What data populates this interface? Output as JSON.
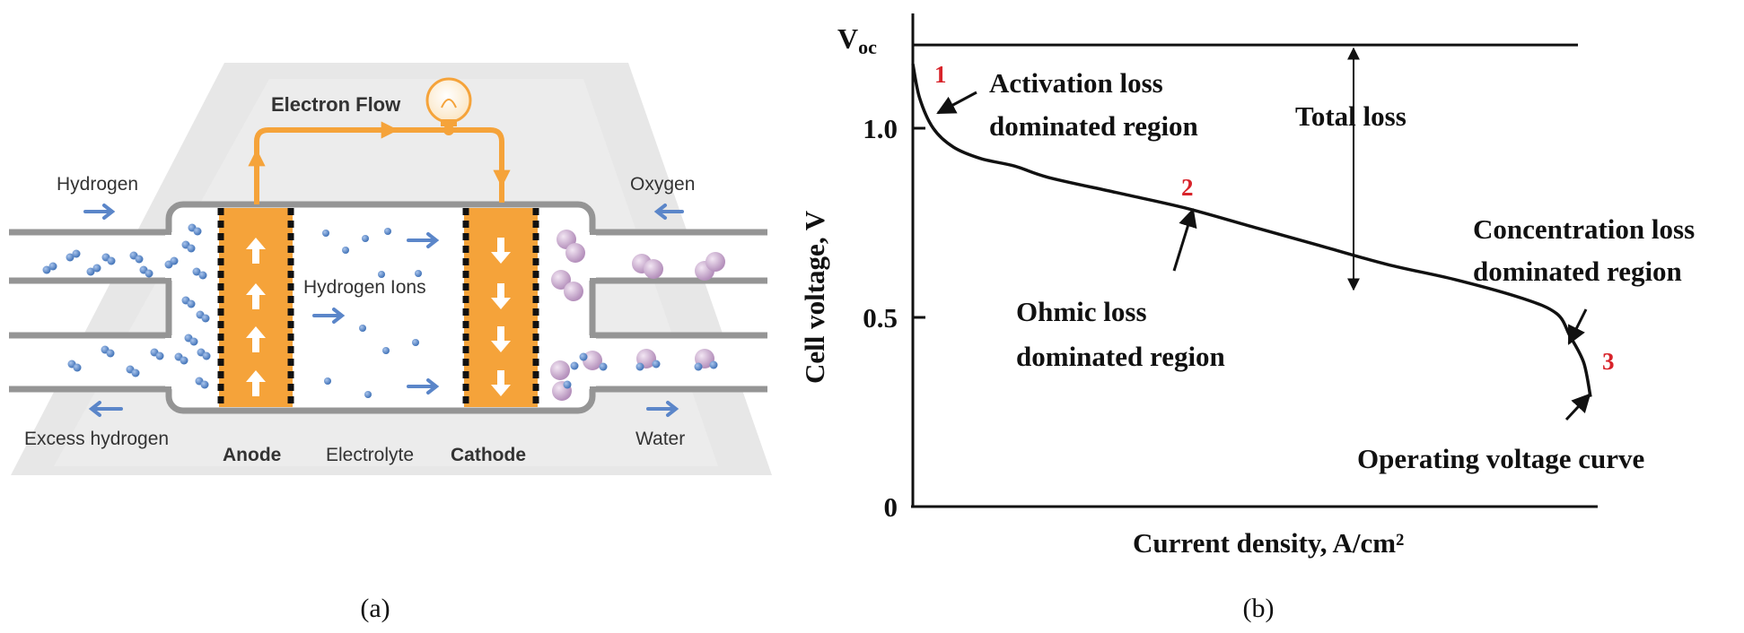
{
  "panel_a": {
    "caption": "(a)",
    "labels": {
      "electron_flow": "Electron Flow",
      "hydrogen": "Hydrogen",
      "oxygen": "Oxygen",
      "hydrogen_ions": "Hydrogen Ions",
      "excess_hydrogen": "Excess hydrogen",
      "water": "Water",
      "anode": "Anode",
      "electrolyte": "Electrolyte",
      "cathode": "Cathode"
    },
    "colors": {
      "electrode": "#f5a33a",
      "circuit": "#f5a33a",
      "flow_arrow": "#5b86c9",
      "hydrogen_dot": "#4d7fc4",
      "oxygen_ball": "#c9a6cf",
      "background": "#e6e6e6",
      "pipe": "#9a9a9a"
    }
  },
  "panel_b": {
    "caption": "(b)",
    "chart_data": {
      "type": "line",
      "xlabel": "Current density, A/cm²",
      "ylabel": "Cell voltage, V",
      "y_ticks": [
        "0",
        "0.5",
        "1.0"
      ],
      "voc_label": "V",
      "voc_subscript": "oc",
      "voc_value": 1.22,
      "ylim": [
        0,
        1.32
      ],
      "series": [
        {
          "x": [
            0.0,
            0.01,
            0.03,
            0.06,
            0.1,
            0.15,
            0.2,
            0.3,
            0.4,
            0.5,
            0.6,
            0.7,
            0.8,
            0.9,
            0.95,
            0.97,
            0.99,
            1.0
          ],
          "y": [
            1.17,
            1.08,
            1.0,
            0.95,
            0.92,
            0.9,
            0.87,
            0.83,
            0.79,
            0.74,
            0.69,
            0.64,
            0.6,
            0.55,
            0.51,
            0.45,
            0.38,
            0.29
          ]
        }
      ],
      "xlim": [
        0,
        1.0
      ],
      "region_markers": [
        "1",
        "2",
        "3"
      ],
      "annotations": {
        "activation_line1": "Activation loss",
        "activation_line2": "dominated region",
        "total_loss": "Total loss",
        "concentration_line1": "Concentration loss",
        "concentration_line2": "dominated region",
        "ohmic_line1": "Ohmic loss",
        "ohmic_line2": "dominated region",
        "operating": "Operating voltage curve"
      },
      "marker_color": "#d8232a"
    }
  }
}
